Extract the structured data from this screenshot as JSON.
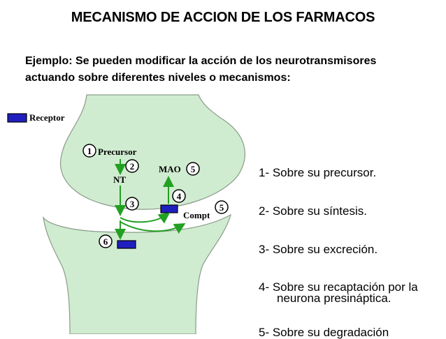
{
  "slide": {
    "title": "MECANISMO DE ACCION DE LOS FARMACOS",
    "subtitle_lines": [
      "Ejemplo: Se pueden modificar la acción de los neurotransmisores",
      "actuando sobre diferentes niveles o mecanismos:"
    ]
  },
  "diagram": {
    "legend_label": "Receptor",
    "precursor_label": "Precursor",
    "nt_label": "NT",
    "mao_label": "MAO",
    "compt_label": "Compt",
    "markers": [
      "1",
      "2",
      "3",
      "4",
      "5",
      "5",
      "6"
    ],
    "colors": {
      "neuron_fill": "#d0ecd0",
      "neuron_stroke": "#8a9a8a",
      "receptor_fill": "#1f1fbf",
      "arrow": "#22a022"
    }
  },
  "list": {
    "items": [
      "1- Sobre su precursor.",
      "2- Sobre su síntesis.",
      "3- Sobre su excreción.",
      "4- Sobre su recaptación por la",
      "5- Sobre su degradación"
    ],
    "item4_continuation": "neurona presináptica."
  }
}
